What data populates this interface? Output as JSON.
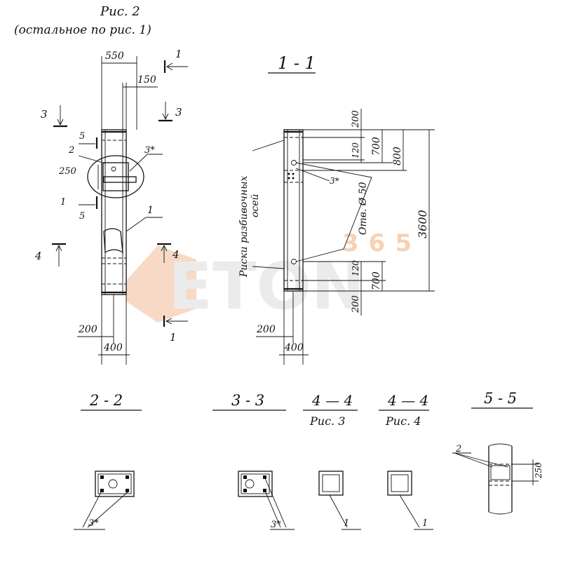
{
  "header": {
    "title": "Рис. 2",
    "subtitle": "(остальное по рис. 1)"
  },
  "watermark": {
    "brand": "ETON",
    "number": "365",
    "colors": {
      "gray": "#e2e2e2",
      "orange": "#f4b98e"
    }
  },
  "left_view": {
    "dims": {
      "top_width": "550",
      "offset": "150",
      "height_250": "250",
      "bottom_offset": "200",
      "bottom_width": "400"
    },
    "section_marks": {
      "sec1": "1",
      "sec3": "3",
      "sec4": "4",
      "sec5": "5",
      "sec2": "2"
    },
    "callouts": {
      "c3": "3*",
      "c1": "1",
      "c2": "2",
      "c1b": "1"
    }
  },
  "section_1_1": {
    "title": "1 - 1",
    "dims": {
      "d200_top": "200",
      "d700_top": "700",
      "d800": "800",
      "d120_top": "120",
      "d3600": "3600",
      "d120_bot": "120",
      "d700_bot": "700",
      "d200_bot": "200",
      "d200_left": "200",
      "d400": "400"
    },
    "labels": {
      "risks": "Риски разбивочных",
      "axes": "осей",
      "holes": "Отв. Ø 50",
      "c3": "3*"
    }
  },
  "sections": {
    "s2": {
      "title": "2 - 2",
      "callout": "3*"
    },
    "s3": {
      "title": "3 - 3",
      "callout": "3*"
    },
    "s4a": {
      "title": "4 — 4",
      "sub": "Рис. 3",
      "callout": "1"
    },
    "s4b": {
      "title": "4 — 4",
      "sub": "Рис. 4",
      "callout": "1"
    },
    "s5": {
      "title": "5 - 5",
      "callout": "2",
      "dim": "250"
    }
  }
}
